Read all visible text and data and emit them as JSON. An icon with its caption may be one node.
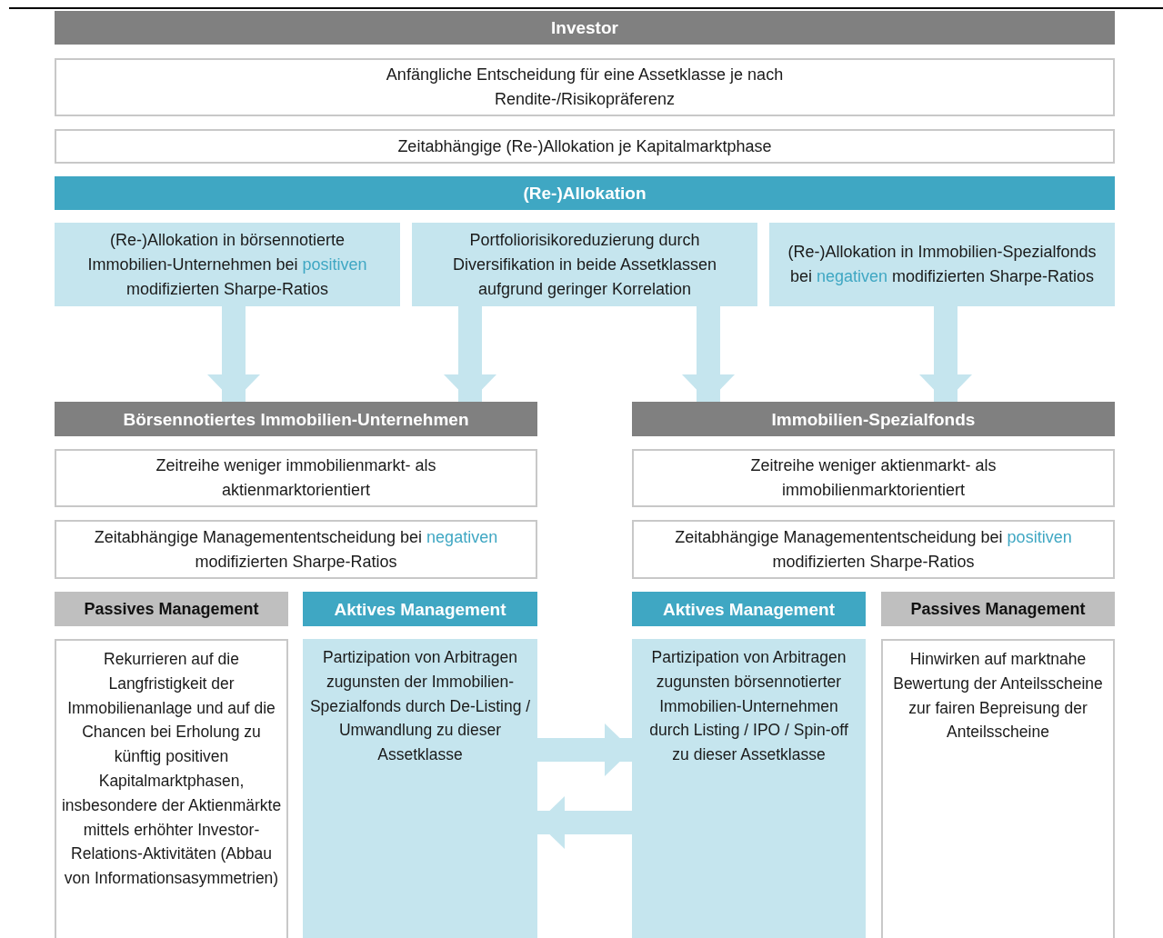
{
  "diagram": {
    "nodes": [
      {
        "text": [
          "Investor"
        ]
      },
      {
        "text": [
          "Anfängliche Entscheidung für eine Assetklasse je nach Rendite-/Risikopräferenz"
        ]
      },
      {
        "text": [
          "Zeitabhängige (Re-)Allokation je Kapitalmarktphase"
        ]
      },
      {
        "text": [
          "(Re-)Allokation"
        ]
      },
      {
        "text": [
          "(Re-)Allokation in börsennotierte Immobilien-Unternehmen bei *positiven* modifizierten Sharpe-Ratios"
        ]
      },
      {
        "text": [
          "Portfoliorisikoreduzierung durch Diversifikation in beide Assetklassen aufgrund geringer Korrelation"
        ]
      },
      {
        "text": [
          "(Re-)Allokation in Immobilien-Spezialfonds bei *negativen* modifizierten Sharpe-Ratios"
        ]
      },
      {
        "text": [
          "Börsennotiertes Immobilien-Unternehmen"
        ]
      },
      {
        "text": [
          "Immobilien-Spezialfonds"
        ]
      },
      {
        "text": [
          "Zeitreihe weniger immobilienmarkt- als aktienmarktorientiert"
        ]
      },
      {
        "text": [
          "Zeitreihe weniger aktienmarkt- als immobilienmarktorientiert"
        ]
      },
      {
        "text": [
          "Zeitabhängige Managemententscheidung bei *negativen* modifizierten Sharpe-Ratios"
        ]
      },
      {
        "text": [
          "Zeitabhängige Managemententscheidung bei *positiven* modifizierten Sharpe-Ratios"
        ]
      },
      {
        "text": [
          "Passives Management"
        ]
      },
      {
        "text": [
          "Aktives Management"
        ]
      },
      {
        "text": [
          "Aktives Management"
        ]
      },
      {
        "text": [
          "Passives Management"
        ]
      },
      {
        "text": [
          "Rekurrieren auf die Langfristigkeit der Immobilienanlage und auf die Chancen bei Erholung zu künftig positiven Kapitalmarktphasen, insbesondere der Aktienmärkte mittels erhöhter Investor-Relations-Aktivitäten (Abbau von Informationsasymmetrien)"
        ]
      },
      {
        "text": [
          "Partizipation von Arbitragen zugunsten der Immobilien-Spezialfonds durch De-Listing / Umwandlung zu dieser Assetklasse"
        ]
      },
      {
        "text": [
          "Partizipation von Arbitragen zugunsten börsennotierter Immobilien-Unternehmen durch Listing / IPO / Spin-off zu dieser Assetklasse"
        ]
      },
      {
        "text": [
          "Hinwirken auf marktnahe Bewertung der Anteilsscheine zur fairen Bepreisung der Anteilsscheine"
        ]
      }
    ],
    "edges": [
      {
        "from": 4,
        "to": 7,
        "arrow": "to"
      },
      {
        "from": 5,
        "to": 7,
        "arrow": "to"
      },
      {
        "from": 5,
        "to": 8,
        "arrow": "to"
      },
      {
        "from": 6,
        "to": 8,
        "arrow": "to"
      },
      {
        "from": 18,
        "to": 19,
        "arrow": "to"
      },
      {
        "from": 19,
        "to": 18,
        "arrow": "to"
      }
    ]
  }
}
